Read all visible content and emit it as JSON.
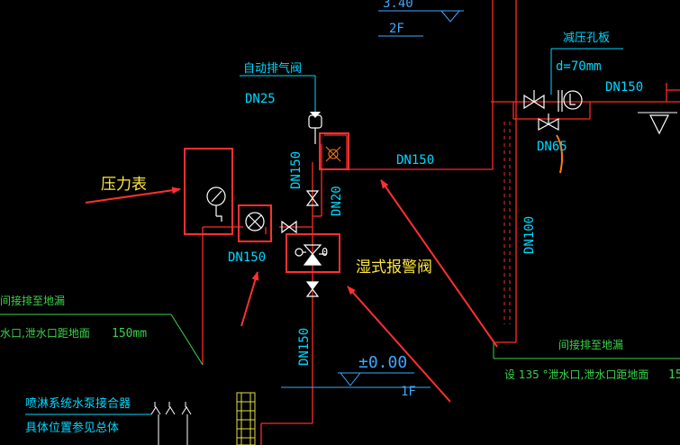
{
  "colors": {
    "background": "#000000",
    "pipe_red": "#ff2a2a",
    "note_blue": "#3fa7ff",
    "line_cyan": "#00d8ff",
    "green": "#3ad24a",
    "valve_white": "#ffffff",
    "callout_yellow": "#ffe640",
    "callout_red": "#ff3030",
    "hatch_yellow": "#e0e040",
    "orange": "#ff7a1a"
  },
  "labels": {
    "top_elev": "3.40",
    "floor_2": "2F",
    "auto_vent_valve": "自动排气阀",
    "dn25": "DN25",
    "dn150_vertical": "DN150",
    "dn20": "DN20",
    "dn150_horizontal": "DN150",
    "dn150_under_valve": "DN150",
    "dn150_lower": "DN150",
    "reducing_orifice": "减压孔板",
    "orifice_diameter": "d=70mm",
    "dn150_top_right": "DN150",
    "dn65": "DN65",
    "dn100": "DN100",
    "drain_left_1": "间接排至地漏",
    "drain_left_2": "水口,泄水口距地面",
    "drain_left_3": "150mm",
    "elev_zero": "±0.00",
    "floor_1": "1F",
    "pump_adapter_1": "喷淋系统水泵接合器",
    "pump_adapter_2": "具体位置参见总体",
    "drain_right_1": "间接排至地漏",
    "drain_right_2": "设 135 °泄水口,泄水口距地面",
    "drain_right_3": "15"
  },
  "callouts": {
    "pressure_gauge": "压力表",
    "wet_alarm_valve": "湿式报警阀"
  }
}
